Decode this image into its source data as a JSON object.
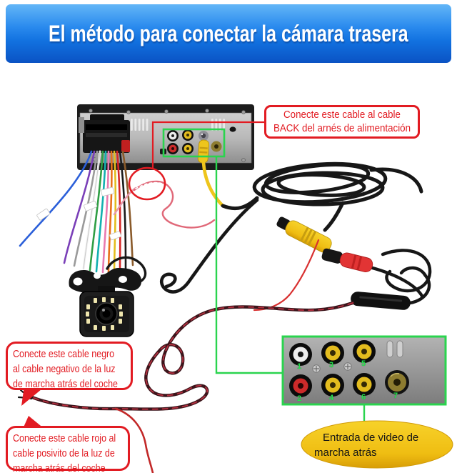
{
  "banner": {
    "title": "El método para conectar la cámara trasera"
  },
  "annotations": {
    "back_cable": {
      "line1": "Conecte este cable al cable",
      "line2": "BACK del arnés de alimentación"
    },
    "black_cable": {
      "line1": "Conecte este cable negro",
      "line2": "al cable negativo de la luz",
      "line3": "de marcha atrás del coche"
    },
    "red_cable": {
      "line1": "Conecte este cable rojo al",
      "line2": "cable posivito de la luz de",
      "line3": "marcha atrás del coche"
    },
    "video_input": {
      "line1": "Entrada de video de",
      "line2": "marcha atrás"
    }
  },
  "panel": {
    "ports": [
      "1",
      "2",
      "3",
      "4",
      "5",
      "6",
      "7"
    ]
  },
  "colors": {
    "accent_green": "#2ad44e",
    "accent_red": "#e21b22",
    "banner_top": "#63b6f7",
    "banner_bottom": "#0a53c4",
    "video_label_fill": "#f2c51d",
    "rca_yellow": "#e3bc1e",
    "rca_red": "#cc2a2a",
    "rca_white": "#e8e8e8"
  }
}
